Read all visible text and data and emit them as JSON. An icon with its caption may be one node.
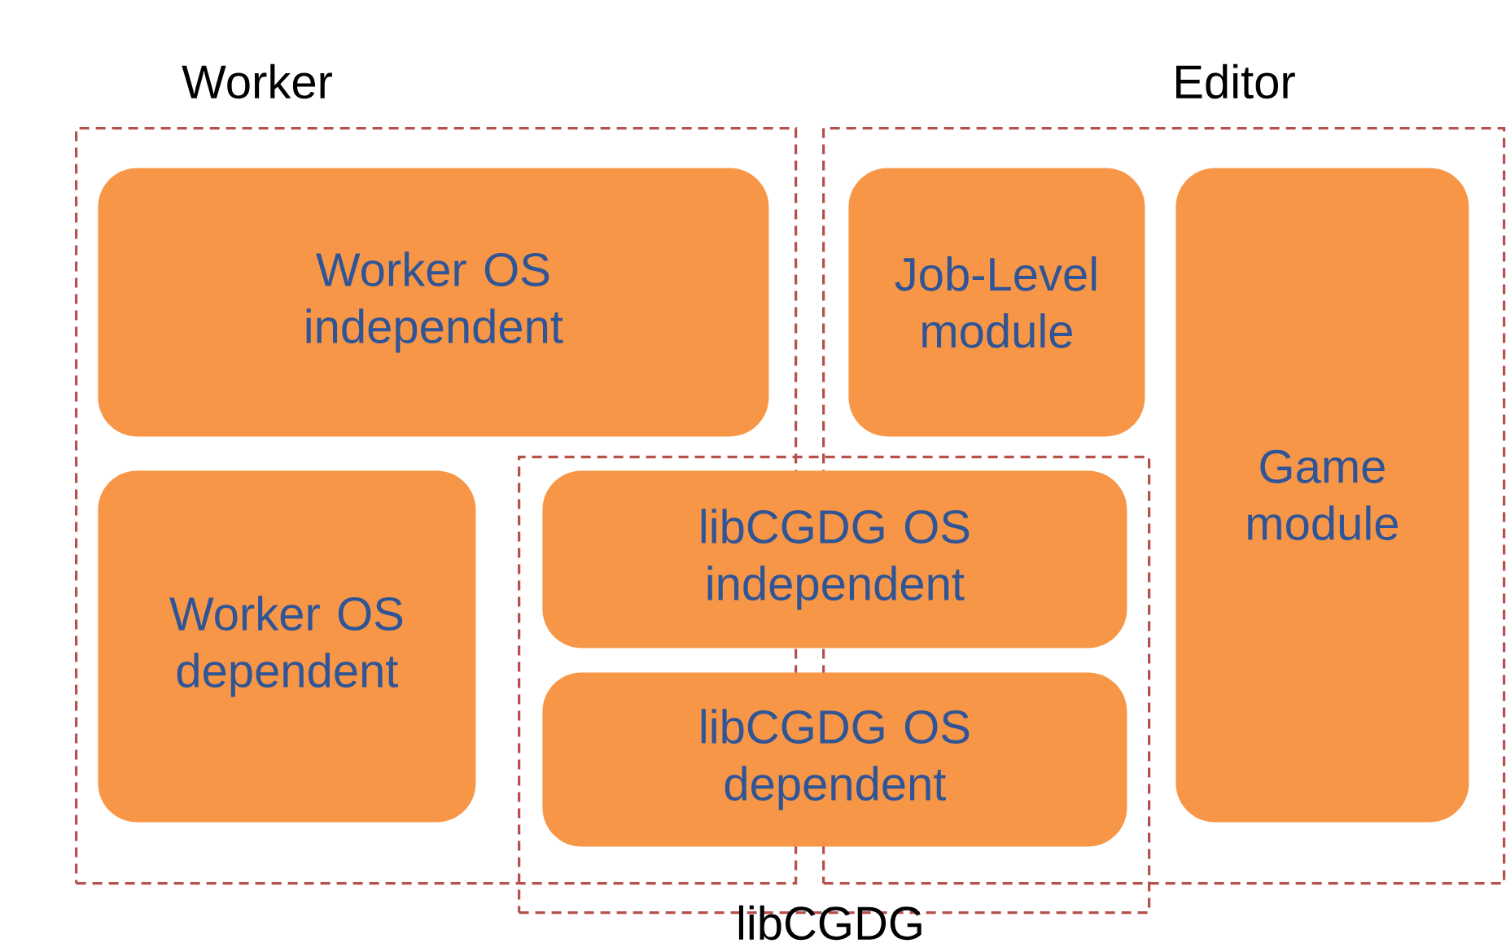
{
  "diagram": {
    "nodes": [
      {
        "text": [
          "Worker"
        ]
      },
      {
        "text": [
          "Worker OS independent"
        ],
        "in": 0
      },
      {
        "text": [
          "Worker OS dependent"
        ],
        "in": 0
      },
      {
        "text": [
          "Editor"
        ]
      },
      {
        "text": [
          "Job-Level module"
        ],
        "in": 3
      },
      {
        "text": [
          "Game module"
        ],
        "in": 3
      },
      {
        "text": [
          "libCGDG"
        ]
      },
      {
        "text": [
          "libCGDG OS independent"
        ],
        "in": 6
      },
      {
        "text": [
          "libCGDG OS dependent"
        ],
        "in": 6
      }
    ]
  }
}
